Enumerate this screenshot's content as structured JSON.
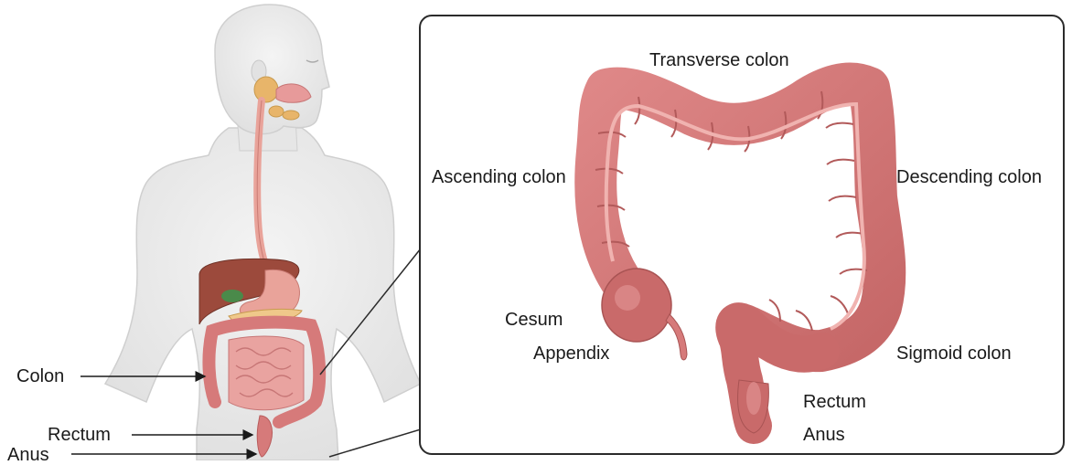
{
  "body_labels": {
    "colon": "Colon",
    "rectum": "Rectum",
    "anus": "Anus"
  },
  "inset_labels": {
    "transverse": "Transverse colon",
    "ascending": "Ascending colon",
    "descending": "Descending colon",
    "cesum": "Cesum",
    "appendix": "Appendix",
    "sigmoid": "Sigmoid colon",
    "rectum": "Rectum",
    "anus": "Anus"
  },
  "colors": {
    "skin": "#ededed",
    "skin_outline": "#c9c9c9",
    "colon": "#d67a7a",
    "colon_dark": "#b85c5c",
    "colon_light": "#e9a3a0",
    "liver": "#9c4a3c",
    "stomach": "#e9a39a",
    "salivary": "#e8b56a",
    "esophagus": "#e9a39a",
    "gallbladder": "#4a8a4a"
  }
}
